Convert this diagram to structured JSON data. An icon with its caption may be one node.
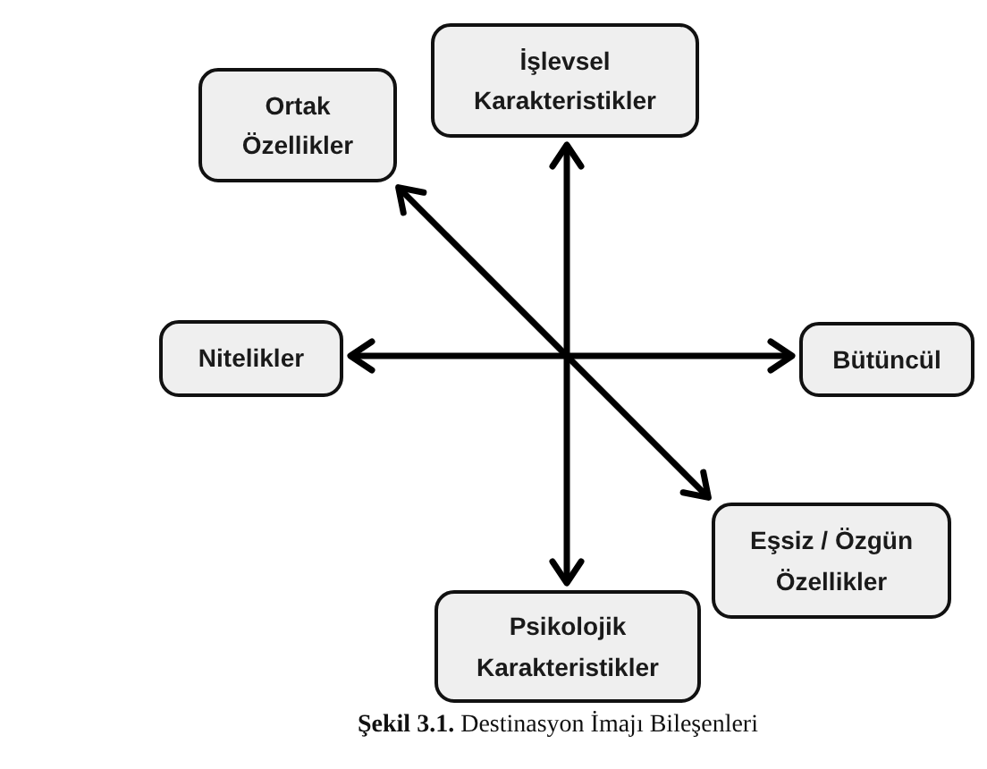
{
  "diagram": {
    "caption": "**Şekil 3.1.** Destinasyon İmajı Bileşenleri",
    "nodes": [
      {
        "text": [
          "İşlevsel Karakteristikler"
        ]
      },
      {
        "text": [
          "Ortak Özellikler"
        ]
      },
      {
        "text": [
          "Nitelikler"
        ]
      },
      {
        "text": [
          "Bütüncül"
        ]
      },
      {
        "text": [
          "Eşsiz / Özgün Özellikler"
        ]
      },
      {
        "text": [
          "Psikolojik Karakteristikler"
        ]
      }
    ],
    "edges": [
      {
        "from": 0,
        "to": 5,
        "arrow": "both"
      },
      {
        "from": 2,
        "to": 3,
        "arrow": "both"
      },
      {
        "from": 1,
        "to": 4,
        "arrow": "both"
      }
    ]
  }
}
